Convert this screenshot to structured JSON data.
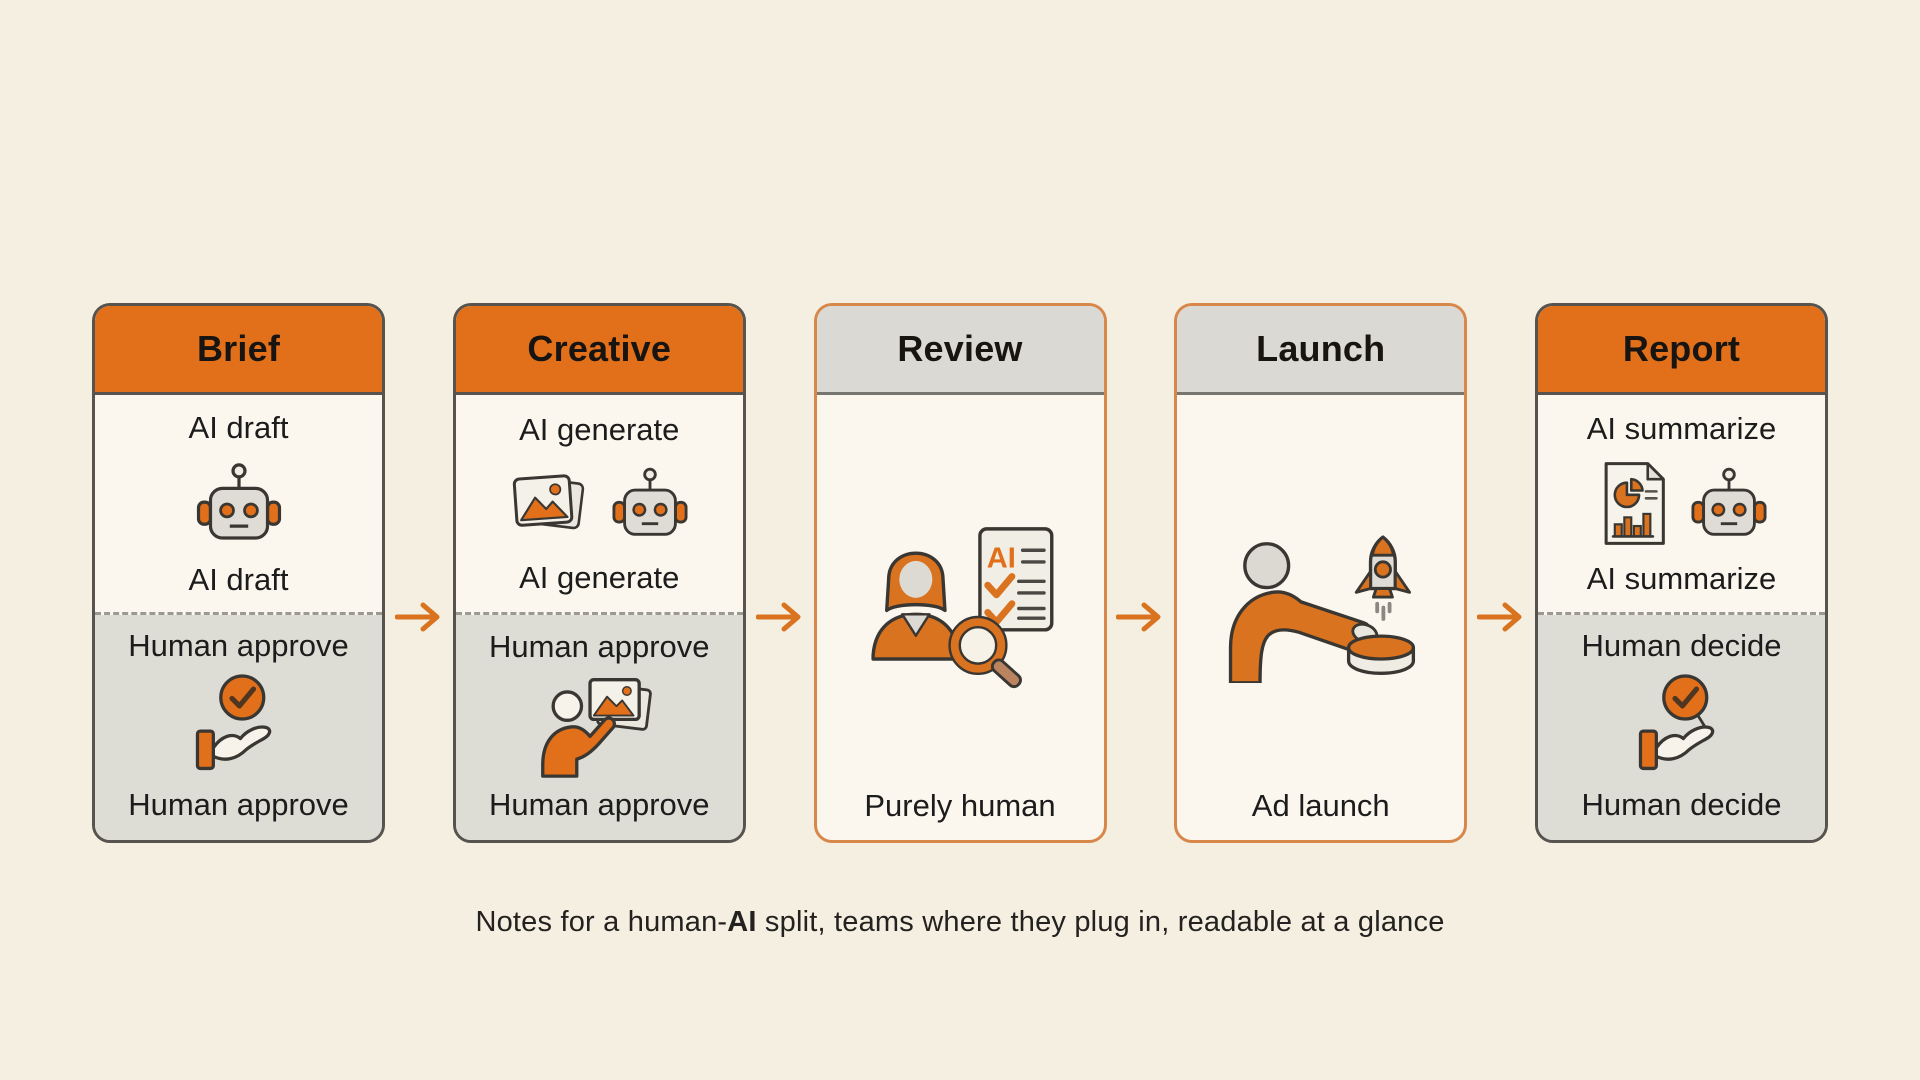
{
  "palette": {
    "orange": "#E2701A",
    "arrow_orange": "#D9731F",
    "page_bg": "#F5EFE2",
    "card_bg": "#FBF7EE",
    "human_section_bg": "#DDDCD5",
    "gray_header_bg": "#DAD9D3",
    "dark_border": "#57534E",
    "orange_border": "#D8874A",
    "text": "#1C1C1C"
  },
  "cards": [
    {
      "title": "Brief",
      "type": "split",
      "ai_label_top": "AI draft",
      "ai_label_bottom": "AI draft",
      "human_label_top": "Human approve",
      "human_label_bottom": "Human approve"
    },
    {
      "title": "Creative",
      "type": "split",
      "ai_label_top": "AI generate",
      "ai_label_bottom": "AI generate",
      "human_label_top": "Human approve",
      "human_label_bottom": "Human approve"
    },
    {
      "title": "Review",
      "type": "solid",
      "label": "Purely human",
      "checklist_label": "AI"
    },
    {
      "title": "Launch",
      "type": "solid",
      "label": "Ad launch"
    },
    {
      "title": "Report",
      "type": "split",
      "ai_label_top": "AI summarize",
      "ai_label_bottom": "AI summarize",
      "human_label_top": "Human decide",
      "human_label_bottom": "Human decide"
    }
  ],
  "icons": {
    "brief_ai": "robot",
    "brief_human": "check-circle-over-open-hand",
    "creative_ai": [
      "photo-stack",
      "robot"
    ],
    "creative_human": "person-holding-photo",
    "review": "woman-with-magnifier-and-ai-checklist",
    "launch": "person-pressing-launch-button-with-rocket",
    "report_ai": [
      "chart-document",
      "robot"
    ],
    "report_human": "check-circle-over-open-hand",
    "flow_arrow": "right-arrow"
  },
  "caption": {
    "prefix": "Notes for a human-",
    "bold": "AI",
    "suffix": " split, teams where they plug in, readable at a glance"
  }
}
